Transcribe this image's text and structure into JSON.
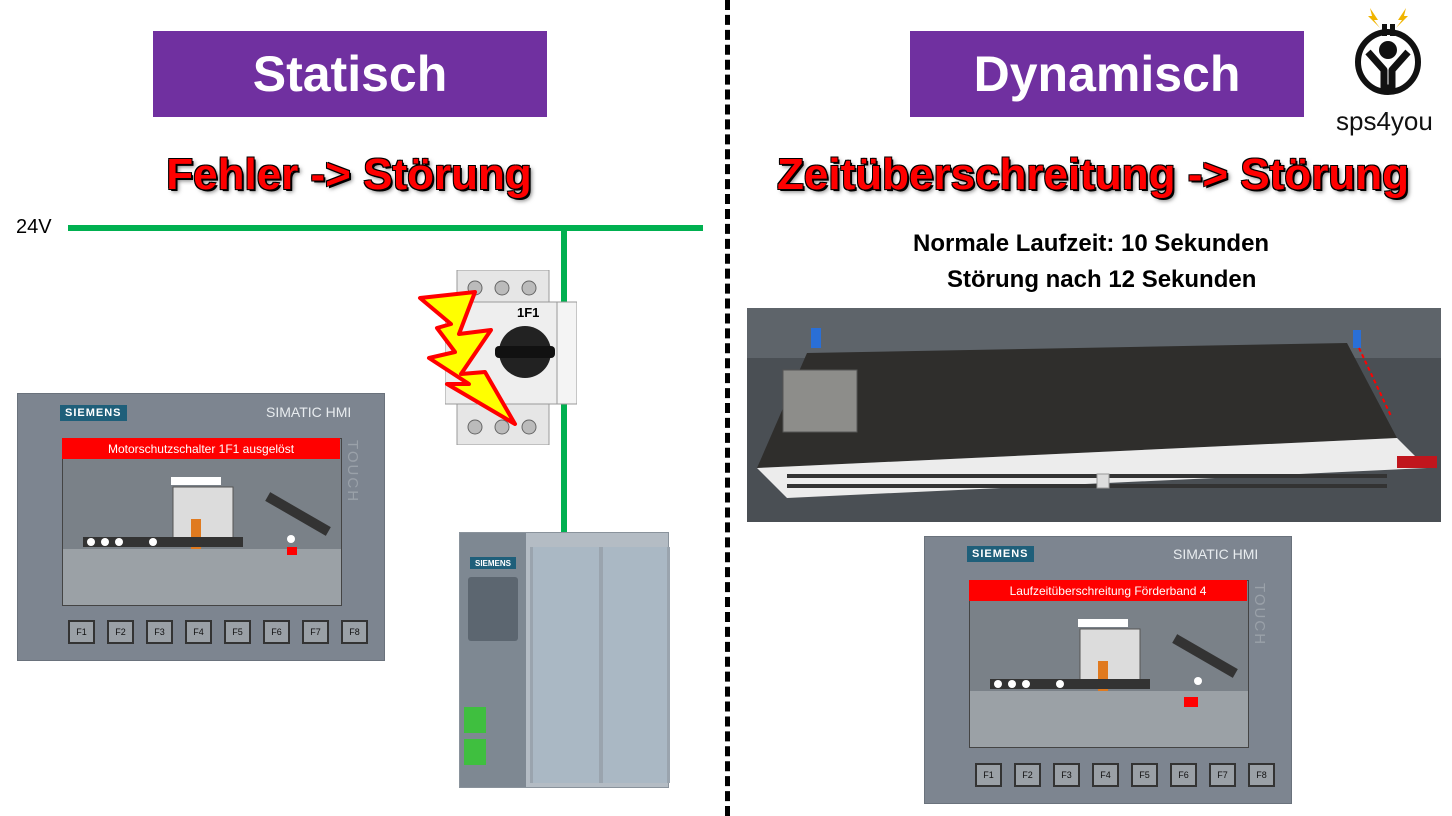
{
  "left": {
    "banner": "Statisch",
    "title": "Fehler -> Störung",
    "voltage_label": "24V",
    "breaker_label": "1F1",
    "hmi": {
      "brand_logo": "SIEMENS",
      "brand_text": "SIMATIC HMI",
      "touch_text": "TOUCH",
      "alarm": "Motorschutzschalter 1F1 ausgelöst",
      "fkeys": [
        "F1",
        "F2",
        "F3",
        "F4",
        "F5",
        "F6",
        "F7",
        "F8"
      ]
    },
    "plc_logo": "SIEMENS"
  },
  "right": {
    "banner": "Dynamisch",
    "title": "Zeitüberschreitung -> Störung",
    "line1": "Normale Laufzeit: 10 Sekunden",
    "line2": "Störung nach 12 Sekunden",
    "hmi": {
      "brand_logo": "SIEMENS",
      "brand_text": "SIMATIC HMI",
      "touch_text": "TOUCH",
      "alarm": "Laufzeitüberschreitung Förderband 4",
      "fkeys": [
        "F1",
        "F2",
        "F3",
        "F4",
        "F5",
        "F6",
        "F7",
        "F8"
      ]
    }
  },
  "logo": {
    "text": "sps4you"
  },
  "colors": {
    "banner": "#7030a0",
    "title_red": "#ff0000",
    "wire": "#00b050",
    "alarm": "#ff0000"
  }
}
